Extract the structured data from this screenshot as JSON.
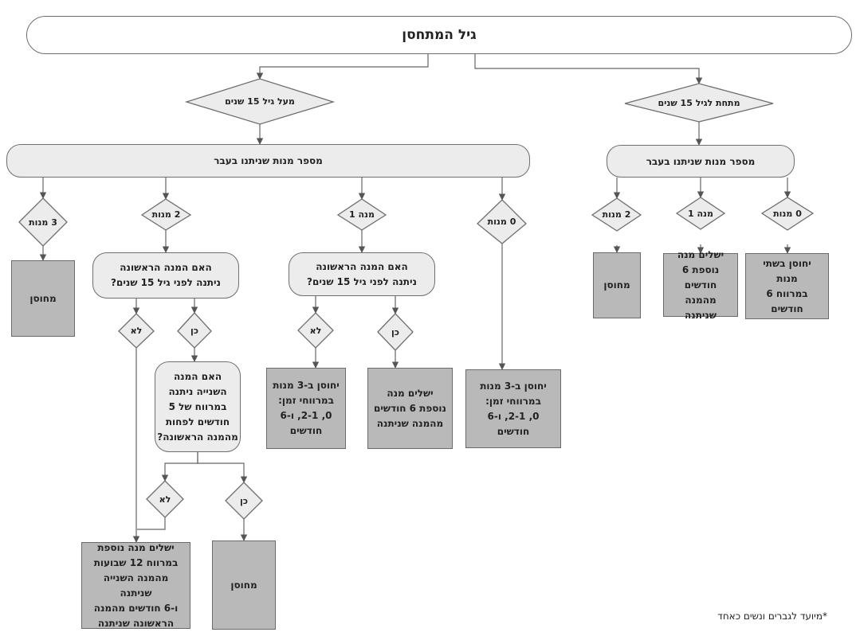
{
  "title": "גיל המתחסן",
  "branches": {
    "over15": "מעל גיל 15 שנים",
    "under15": "מתחת לגיל 15 שנים"
  },
  "doses_header_left": "מספר מנות שניתנו בעבר",
  "doses_header_right": "מספר מנות שניתנו בעבר",
  "left_options": {
    "three": "3 מנות",
    "two": "2 מנות",
    "one": "מנה 1",
    "zero": "0 מנות"
  },
  "right_options": {
    "two": "2 מנות",
    "one": "מנה 1",
    "zero": "0 מנות"
  },
  "q_first_before_15_a": "האם המנה הראשונה\nניתנה לפני גיל 15 שנים?",
  "q_first_before_15_b": "האם המנה הראשונה\nניתנה לפני גיל 15 שנים?",
  "q_second_interval": "האם המנה\nהשנייה ניתנה\nבמרווח של 5\nחודשים לפחות\nמהמנה הראשונה?",
  "answers": {
    "yes": "כן",
    "no": "לא"
  },
  "outcomes": {
    "immune": "מחוסן",
    "three_doses": "יחוסן ב-3 מנות\nבמרווחי זמן:\n0, 2-1, ו-6\nחודשים",
    "complete_one_after_6": "ישלים מנה\nנוספת 6 חודשים\nמהמנה שניתנה",
    "complete_12_weeks": "ישלים מנה נוספת\nבמרווח 12 שבועות\nמהמנה השנייה שניתנה\nו-6 חודשים מהמנה\nהראשונה שניתנה",
    "two_doses_6_months": "יחוסן בשתי מנות\nבמרווח 6\nחודשים",
    "complete_one_6_months": "ישלים מנה\nנוספת 6\nחודשים מהמנה\nשניתנה"
  },
  "footnote": "*מיועד לגברים ונשים כאחד",
  "colors": {
    "box_fill": "#b9b9b9",
    "pill_fill": "#ececec",
    "stroke": "#6e6e6e"
  }
}
